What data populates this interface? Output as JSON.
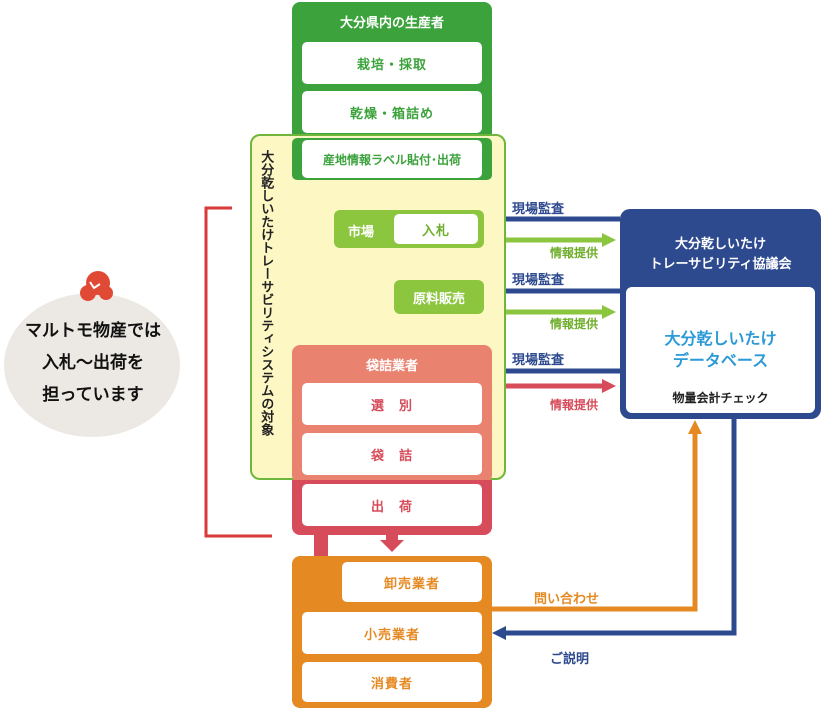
{
  "colors": {
    "green": "#3ca23c",
    "light_green": "#8cc63f",
    "yellow_zone": "#fdf7c4",
    "yellow_border": "#6fb73c",
    "salmon": "#e98370",
    "red": "#d74c5a",
    "orange": "#e58a23",
    "navy": "#2e4a8f",
    "blue_text": "#2b9ad6",
    "bracket_red": "#d83a3a"
  },
  "producers": {
    "title": "大分県内の生産者",
    "steps": [
      "栽培・採取",
      "乾燥・箱詰め",
      "産地情報ラベル貼付･出荷"
    ]
  },
  "system_scope": "大分乾しいたけトレーサビリティシステムの対象",
  "market": {
    "label": "市場",
    "bid": "入札"
  },
  "raw_sales": "原料販売",
  "packer": {
    "title": "袋詰業者",
    "steps": [
      "選　別",
      "袋　詰"
    ],
    "ship": "出　荷"
  },
  "distribution": {
    "wholesale": "卸売業者",
    "retail": "小売業者",
    "consumer": "消費者"
  },
  "council": {
    "title_line1": "大分乾しいたけ",
    "title_line2": "トレーサビリティ協議会",
    "db_line1": "大分乾しいたけ",
    "db_line2": "データベース",
    "check": "物量会計チェック"
  },
  "arrows": {
    "audit": "現場監査",
    "info": "情報提供",
    "inquiry": "問い合わせ",
    "explain": "ご説明"
  },
  "mascot": {
    "lines": [
      "マルトモ物産では",
      "入札～出荷を",
      "担っています"
    ]
  }
}
